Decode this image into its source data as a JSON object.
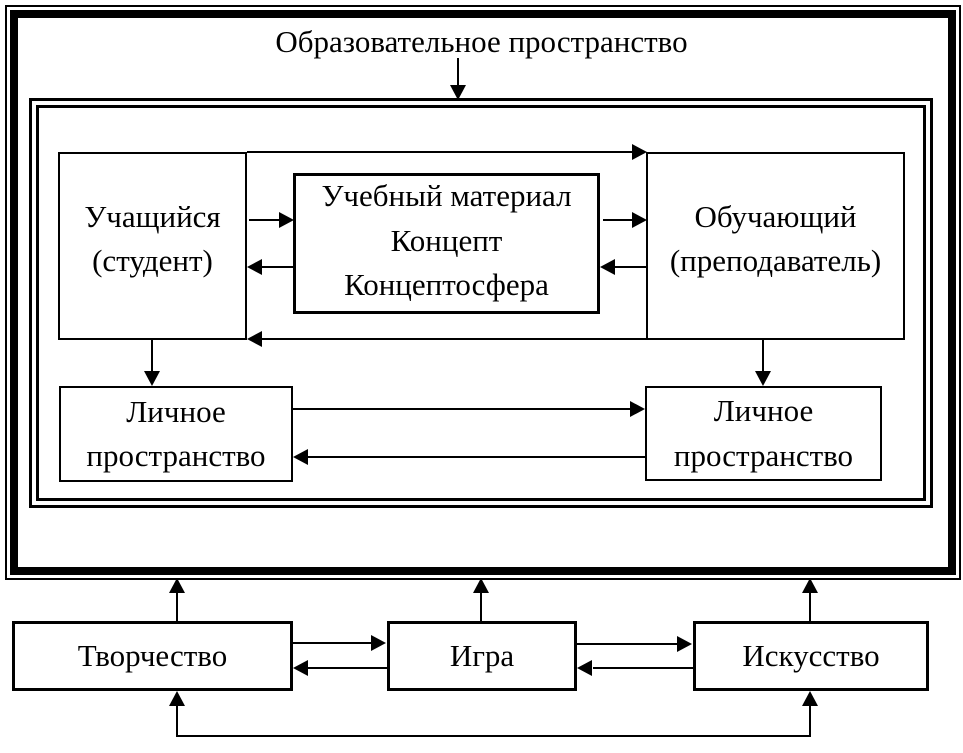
{
  "title": "Образовательное пространство",
  "nodes": {
    "student": {
      "line1": "Учащийся",
      "line2": "(студент)"
    },
    "material": {
      "line1": "Учебный материал",
      "line2": "Концепт",
      "line3": "Концептосфера"
    },
    "teacher": {
      "line1": "Обучающий",
      "line2": "(преподаватель)"
    },
    "personal_left": {
      "line1": "Личное",
      "line2": "пространство"
    },
    "personal_right": {
      "line1": "Личное",
      "line2": "пространство"
    },
    "creativity": {
      "label": "Творчество"
    },
    "game": {
      "label": "Игра"
    },
    "art": {
      "label": "Искусство"
    }
  },
  "colors": {
    "ink": "#000000",
    "background": "#ffffff"
  }
}
